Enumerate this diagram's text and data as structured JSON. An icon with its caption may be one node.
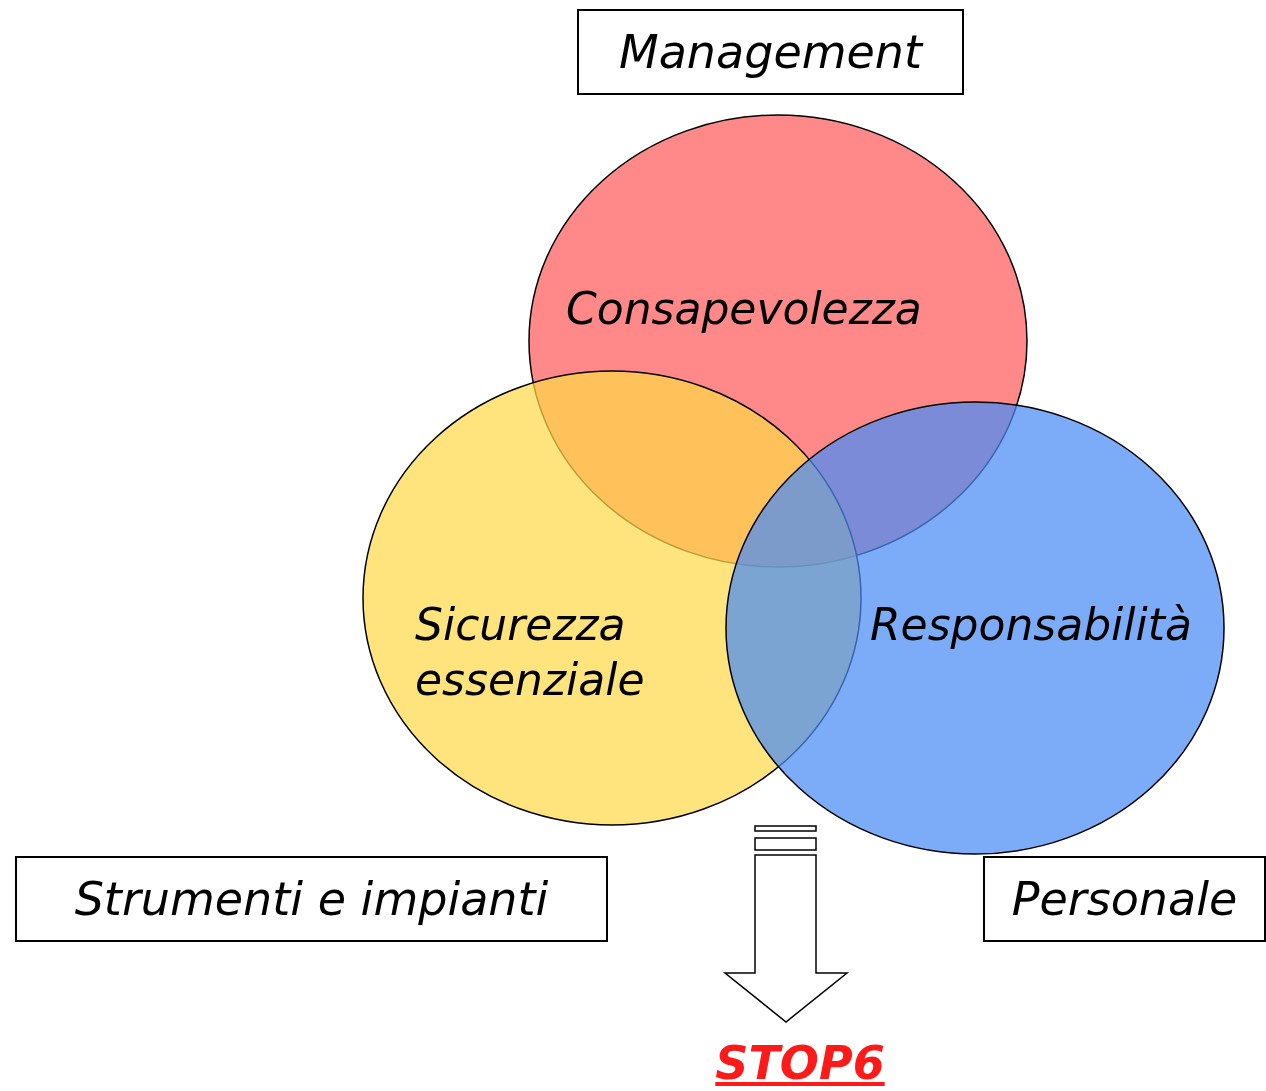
{
  "diagram": {
    "nodes": [
      {
        "text": [
          "Management"
        ]
      },
      {
        "text": [
          "Consapevolezza"
        ]
      },
      {
        "text": [
          "Sicurezza essenziale"
        ]
      },
      {
        "text": [
          "Responsabilità"
        ]
      },
      {
        "text": [
          "Strumenti e impianti"
        ]
      },
      {
        "text": [
          "Personale"
        ]
      },
      {
        "text": [
          "STOP6"
        ]
      }
    ],
    "edges": [
      {
        "from": null,
        "to": 6,
        "arrow": "to"
      }
    ]
  }
}
